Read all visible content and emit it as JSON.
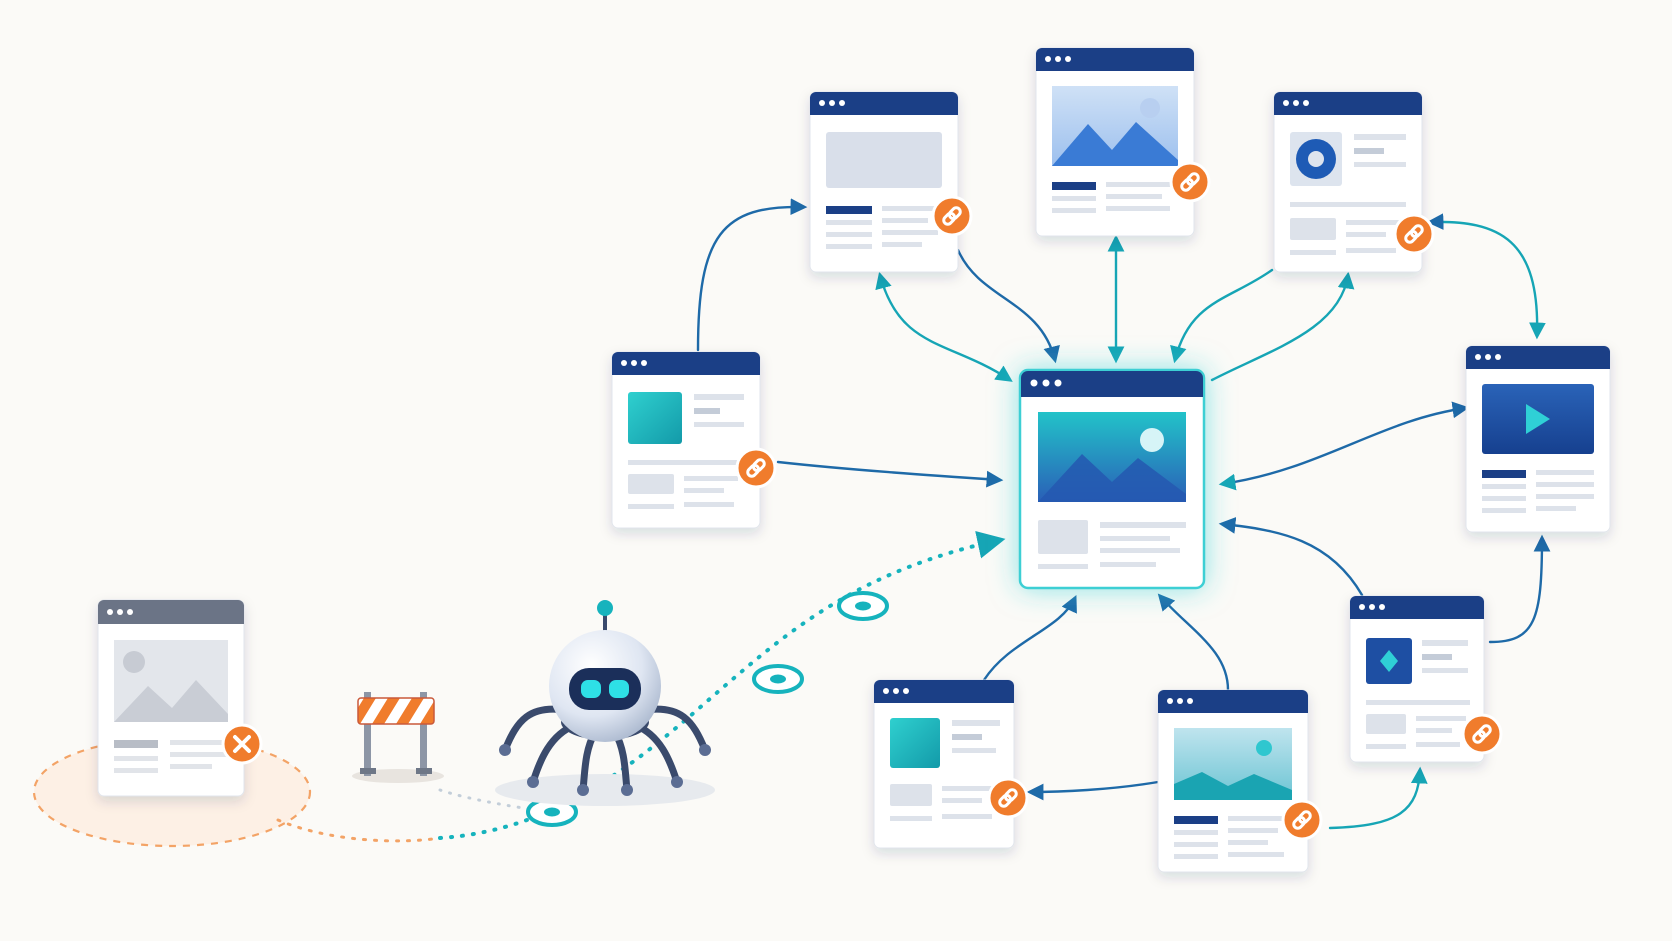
{
  "colors": {
    "background": "#fbfaf7",
    "window_header": "#1b3f86",
    "broken_header": "#6b7486",
    "teal": "#16b3bd",
    "blue_arrow": "#1e6aa8",
    "link_badge": "#f07c2c",
    "broken_halo": "#f3a366",
    "placeholder": "#d9dfea"
  },
  "icons": {
    "link_badge": "chain-link-icon",
    "broken_badge": "x-mark-icon",
    "crawler": "spider-robot-icon",
    "barrier": "road-barrier-icon",
    "image": "landscape-image-icon",
    "video": "play-icon",
    "window_dots": "window-dots-icon"
  },
  "pages": [
    {
      "id": "page-top-left",
      "content": "image-placeholder",
      "link_badge": true
    },
    {
      "id": "page-top-center",
      "content": "landscape-image",
      "link_badge": true
    },
    {
      "id": "page-top-right",
      "content": "circle-avatar",
      "link_badge": true
    },
    {
      "id": "page-left",
      "content": "teal-thumbnail",
      "link_badge": true
    },
    {
      "id": "page-hub",
      "content": "landscape-image",
      "link_badge": false,
      "highlighted": true
    },
    {
      "id": "page-right",
      "content": "video",
      "link_badge": false
    },
    {
      "id": "page-bottom-left",
      "content": "teal-thumbnail",
      "link_badge": true
    },
    {
      "id": "page-bottom-center",
      "content": "landscape-image",
      "link_badge": true
    },
    {
      "id": "page-bottom-right",
      "content": "diamond-thumbnail",
      "link_badge": true
    },
    {
      "id": "page-broken",
      "content": "grey-image",
      "link_badge": false,
      "broken": true
    }
  ],
  "links": [
    {
      "from": "page-left",
      "to": "page-top-left",
      "direction": "one-way"
    },
    {
      "from": "page-top-left",
      "to": "page-hub",
      "direction": "one-way"
    },
    {
      "from": "page-hub",
      "to": "page-top-left",
      "direction": "one-way"
    },
    {
      "from": "page-top-center",
      "to": "page-hub",
      "direction": "two-way"
    },
    {
      "from": "page-top-right",
      "to": "page-hub",
      "direction": "one-way"
    },
    {
      "from": "page-hub",
      "to": "page-top-right",
      "direction": "one-way"
    },
    {
      "from": "page-left",
      "to": "page-hub",
      "direction": "one-way"
    },
    {
      "from": "page-hub",
      "to": "page-right",
      "direction": "one-way"
    },
    {
      "from": "page-top-right",
      "to": "page-right",
      "direction": "two-way"
    },
    {
      "from": "page-bottom-right",
      "to": "page-hub",
      "direction": "one-way"
    },
    {
      "from": "page-bottom-right",
      "to": "page-right",
      "direction": "one-way"
    },
    {
      "from": "page-bottom-left",
      "to": "page-hub",
      "direction": "one-way"
    },
    {
      "from": "page-bottom-center",
      "to": "page-hub",
      "direction": "one-way"
    },
    {
      "from": "page-bottom-center",
      "to": "page-bottom-left",
      "direction": "one-way"
    },
    {
      "from": "page-bottom-center",
      "to": "page-bottom-right",
      "direction": "one-way"
    }
  ],
  "crawler_path": {
    "from": "page-broken",
    "to": "page-hub",
    "style": "dotted",
    "waypoints": 3,
    "obstacle": "road-barrier"
  }
}
